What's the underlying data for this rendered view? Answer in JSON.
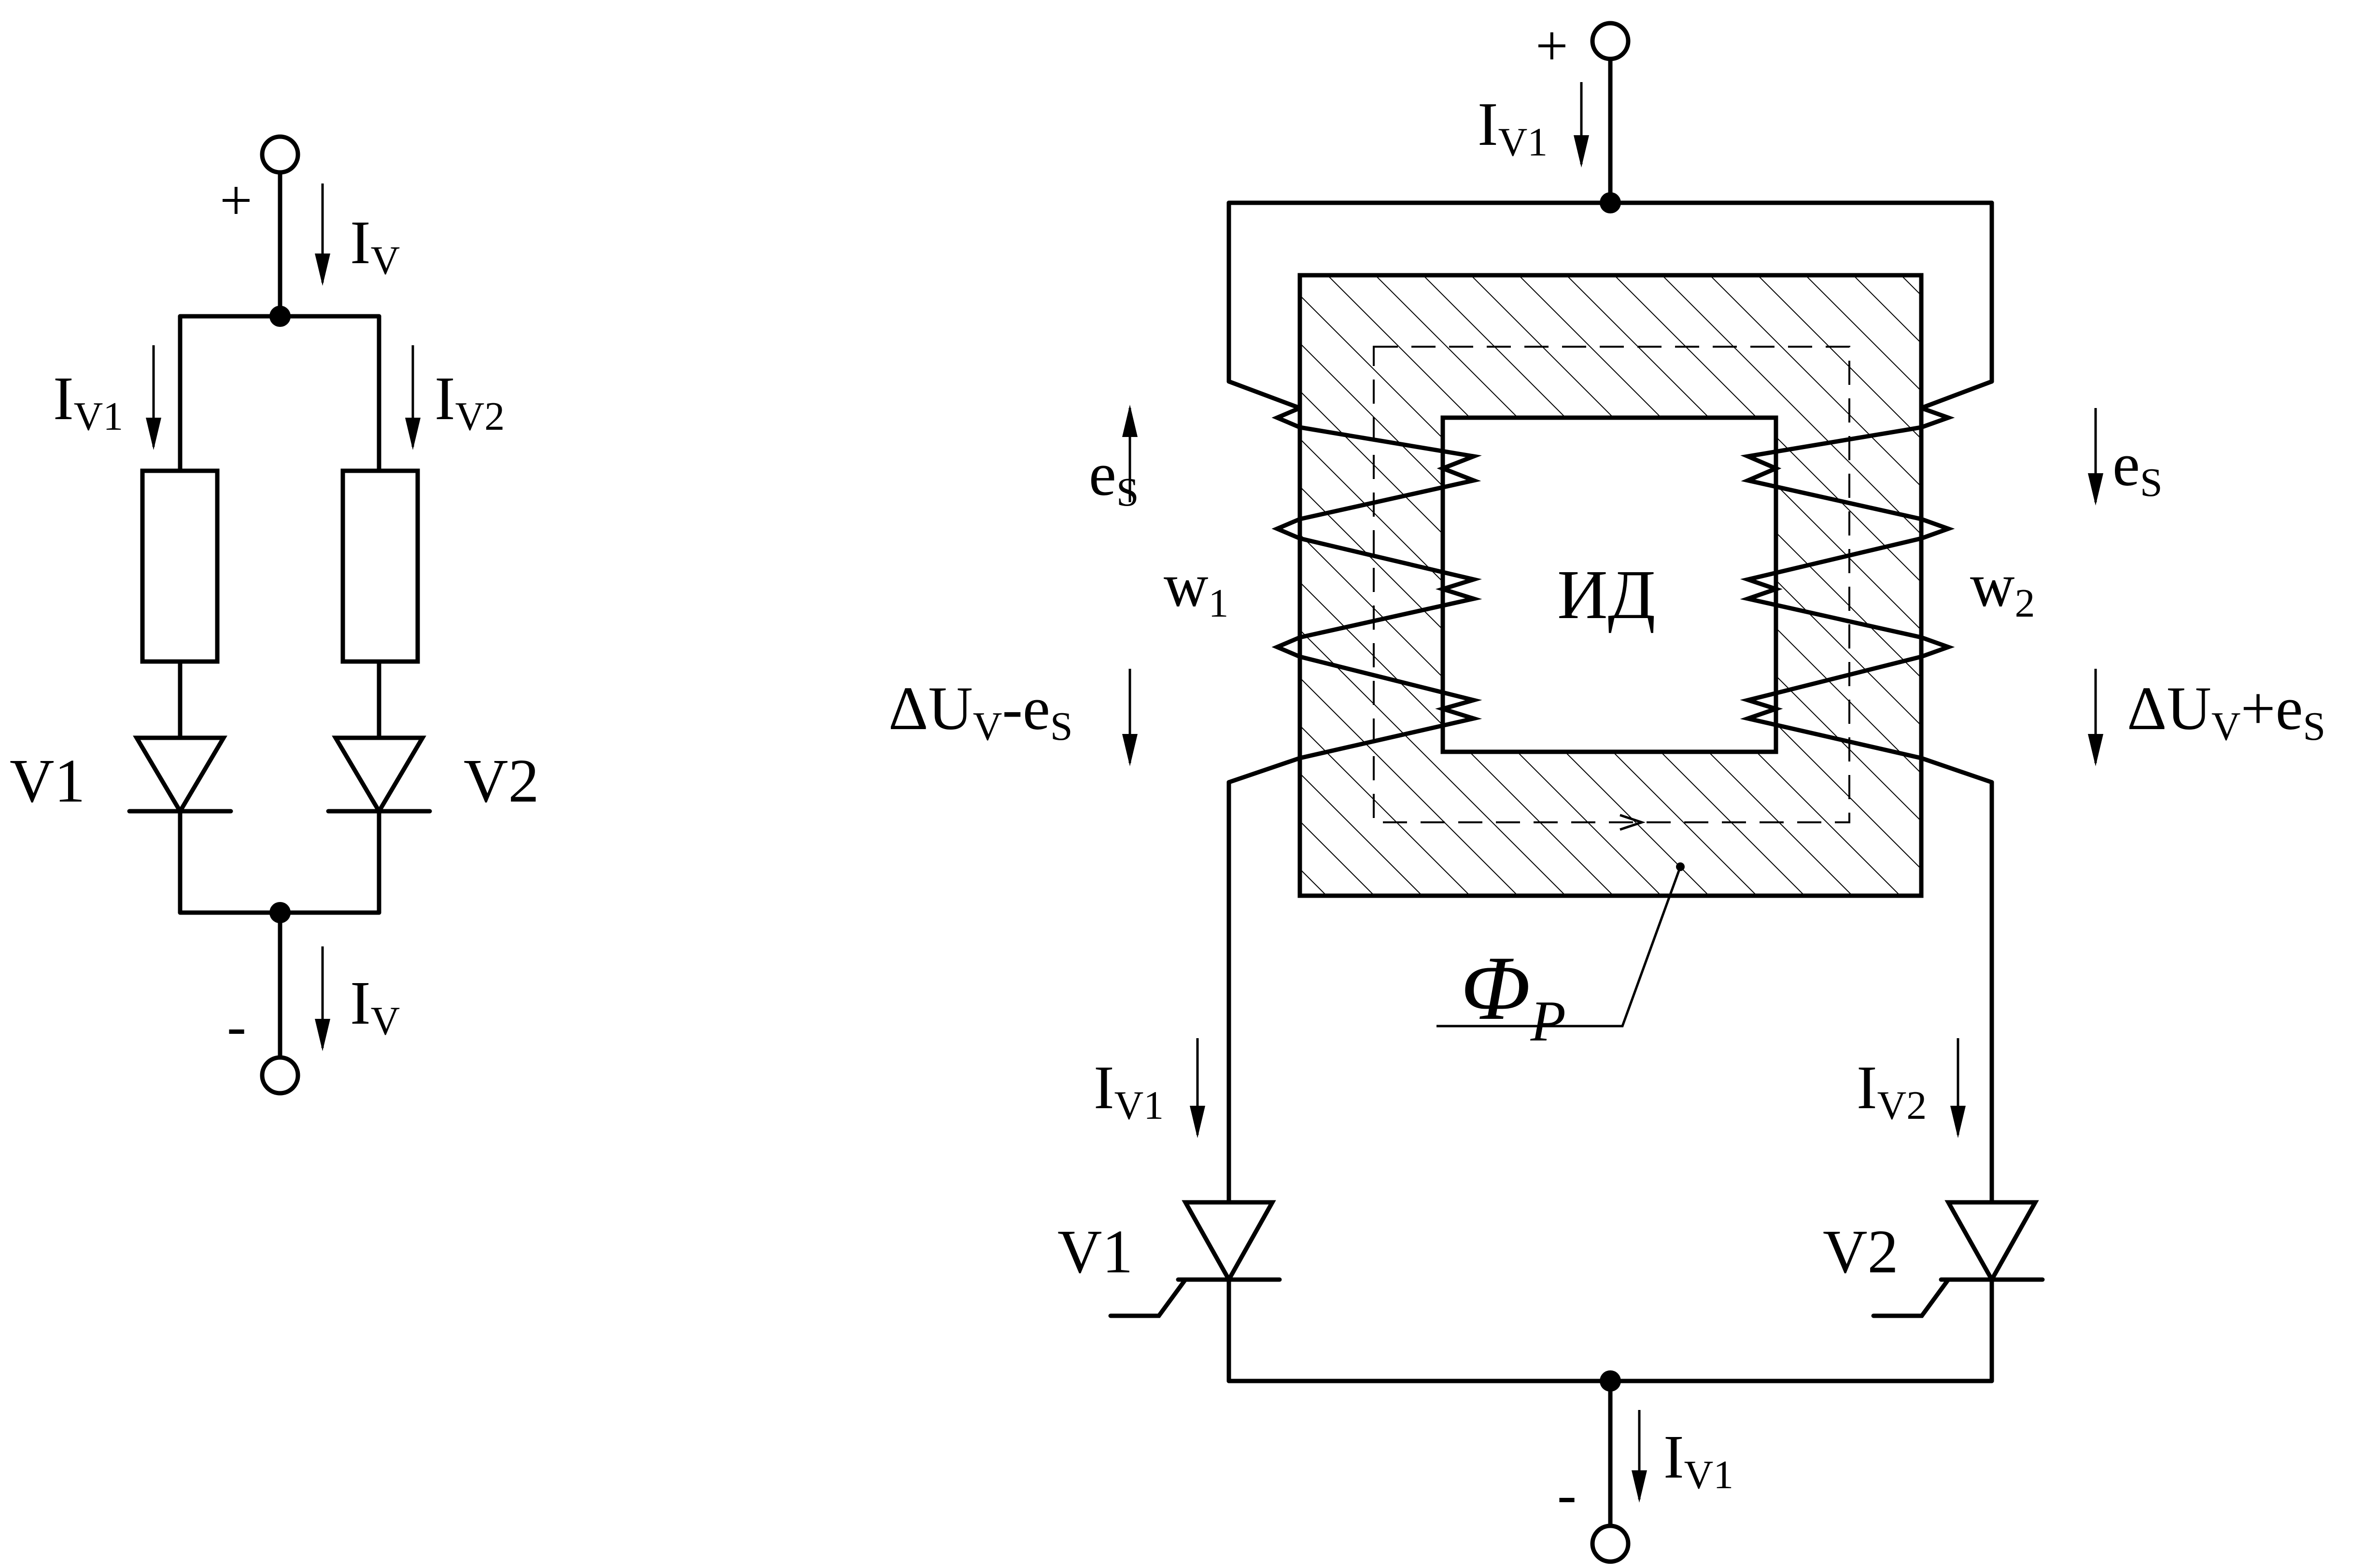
{
  "left_circuit": {
    "plus": "+",
    "minus": "-",
    "iv_top": {
      "main": "I",
      "sub": "V"
    },
    "iv_bottom": {
      "main": "I",
      "sub": "V"
    },
    "iv1": {
      "main": "I",
      "sub": "V1"
    },
    "iv2": {
      "main": "I",
      "sub": "V2"
    },
    "v1": "V1",
    "v2": "V2"
  },
  "right_circuit": {
    "plus": "+",
    "minus": "-",
    "iv1_top": {
      "main": "I",
      "sub": "V1"
    },
    "iv1_bottom": {
      "main": "I",
      "sub": "V1"
    },
    "iv1_left": {
      "main": "I",
      "sub": "V1"
    },
    "iv2_right": {
      "main": "I",
      "sub": "V2"
    },
    "es_left": {
      "main": "e",
      "sub": "S"
    },
    "es_right": {
      "main": "e",
      "sub": "S"
    },
    "w1": {
      "main": "w",
      "sub": "1"
    },
    "w2": {
      "main": "w",
      "sub": "2"
    },
    "du_left": {
      "p1": "ΔU",
      "s1": "V",
      "p2": "-e",
      "s2": "S"
    },
    "du_right": {
      "p1": "ΔU",
      "s1": "V",
      "p2": "+e",
      "s2": "S"
    },
    "core_label": "ИД",
    "flux": {
      "main": "Φ",
      "sub": "P"
    },
    "v1": "V1",
    "v2": "V2"
  }
}
